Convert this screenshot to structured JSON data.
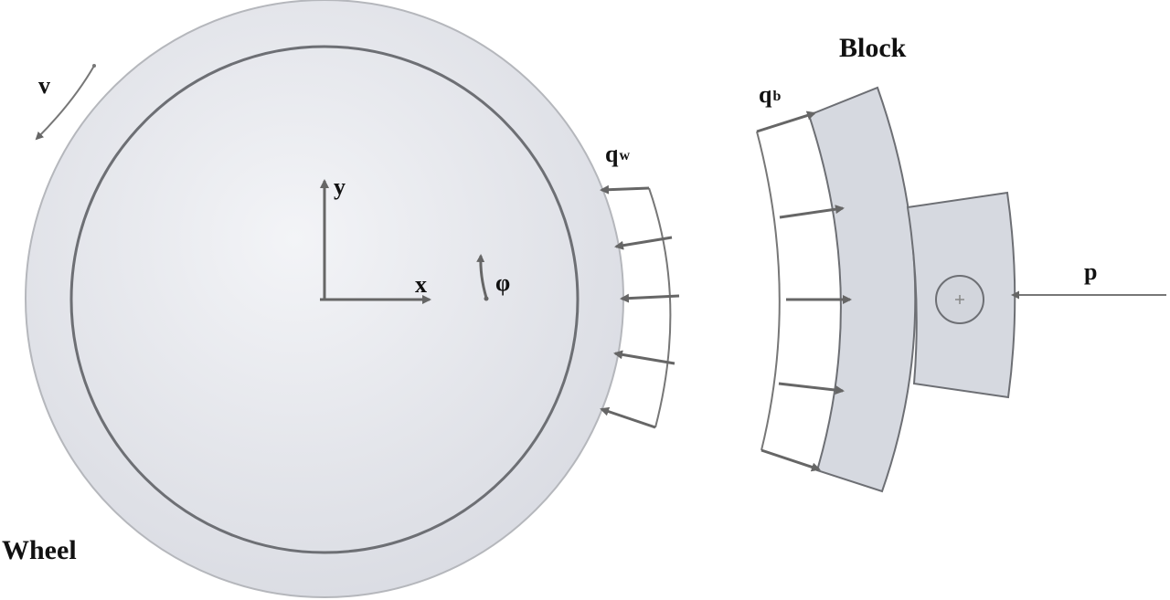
{
  "labels": {
    "wheel": "Wheel",
    "block": "Block",
    "velocity": "v",
    "wheel_pressure": "q",
    "wheel_pressure_sub": "w",
    "block_pressure": "q",
    "block_pressure_sub": "b",
    "axis_x": "x",
    "axis_y": "y",
    "angle": "φ",
    "force": "p"
  },
  "colors": {
    "wheel_fill_light": "#f1f2f5",
    "wheel_fill_dark": "#dcdee4",
    "block_fill": "#d6d9e0",
    "stroke": "#6d6f74",
    "arrow": "#666666",
    "text": "#111111"
  }
}
